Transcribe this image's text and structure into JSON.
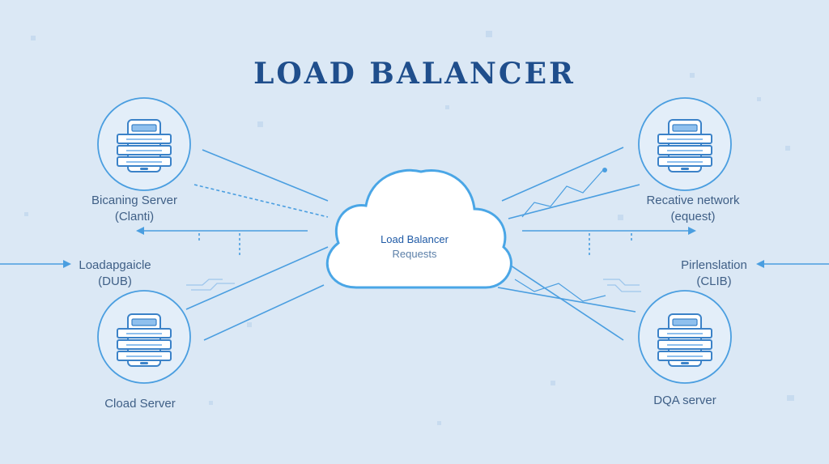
{
  "diagram": {
    "title": "LOAD BALANCER",
    "center": {
      "line1": "Load Balancer",
      "line2": "Requests"
    },
    "nodes": [
      {
        "id": "top-left",
        "line1": "Bicaning Server",
        "line2": "(Clanti)"
      },
      {
        "id": "bottom-left",
        "line1": "Cload Server",
        "line2": ""
      },
      {
        "id": "top-right",
        "line1": "Recative network",
        "line2": "(equest)"
      },
      {
        "id": "bottom-right",
        "line1": "DQA server",
        "line2": ""
      }
    ],
    "side_labels": [
      {
        "id": "left",
        "line1": "Loadapgaicle",
        "line2": "(DUB)"
      },
      {
        "id": "right",
        "line1": "Pirlenslation",
        "line2": "(CLIB)"
      }
    ],
    "colors": {
      "background": "#dbe8f5",
      "line": "#4a9ee0",
      "title": "#1f4e8c",
      "server": "#3b82c8"
    }
  }
}
